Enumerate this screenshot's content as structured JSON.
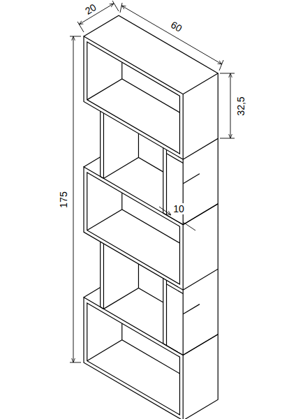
{
  "diagram": {
    "labels": [
      "20",
      "60",
      "32,5",
      "175",
      "10"
    ]
  }
}
